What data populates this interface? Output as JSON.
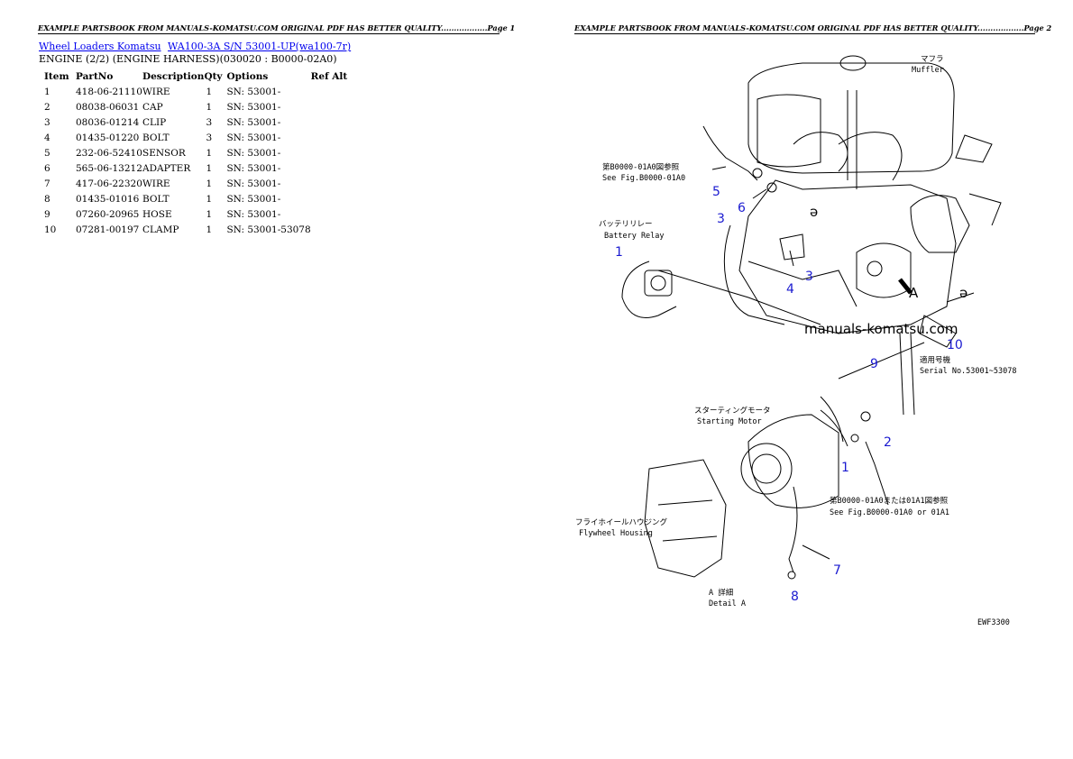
{
  "header": {
    "page1": "EXAMPLE PARTSBOOK FROM MANUALS-KOMATSU.COM ORIGINAL PDF HAS BETTER QUALITY..................Page 1",
    "page2": "EXAMPLE PARTSBOOK FROM MANUALS-KOMATSU.COM ORIGINAL PDF HAS BETTER QUALITY..................Page 2"
  },
  "breadcrumb": {
    "link1": "Wheel Loaders Komatsu",
    "link2": "WA100-3A S/N 53001-UP(wa100-7r)"
  },
  "subtitle": "ENGINE (2/2) (ENGINE HARNESS)(030020 : B0000-02A0)",
  "table": {
    "columns": [
      "Item",
      "PartNo",
      "Description",
      "Qty",
      "Options",
      "Ref Alt"
    ],
    "rows": [
      [
        "1",
        "418-06-21110",
        "WIRE",
        "1",
        "SN: 53001-",
        ""
      ],
      [
        "2",
        "08038-06031",
        "CAP",
        "1",
        "SN: 53001-",
        ""
      ],
      [
        "3",
        "08036-01214",
        "CLIP",
        "3",
        "SN: 53001-",
        ""
      ],
      [
        "4",
        "01435-01220",
        "BOLT",
        "3",
        "SN: 53001-",
        ""
      ],
      [
        "5",
        "232-06-52410",
        "SENSOR",
        "1",
        "SN: 53001-",
        ""
      ],
      [
        "6",
        "565-06-13212",
        "ADAPTER",
        "1",
        "SN: 53001-",
        ""
      ],
      [
        "7",
        "417-06-22320",
        "WIRE",
        "1",
        "SN: 53001-",
        ""
      ],
      [
        "8",
        "01435-01016",
        "BOLT",
        "1",
        "SN: 53001-",
        ""
      ],
      [
        "9",
        "07260-20965",
        "HOSE",
        "1",
        "SN: 53001-",
        ""
      ],
      [
        "10",
        "07281-00197",
        "CLAMP",
        "1",
        "SN: 53001-53078",
        ""
      ]
    ]
  },
  "drawing": {
    "muffler_jp": "マフラ",
    "muffler_en": "Muffler",
    "see_fig1_jp": "第B0000-01A0図参照",
    "see_fig1_en": "See Fig.B0000-01A0",
    "battery_jp": "バッテリリレー",
    "battery_en": "Battery Relay",
    "watermark": "manuals-komatsu.com",
    "serial_jp": "適用号機",
    "serial_en": "Serial No.53001~53078",
    "starting_jp": "スターティングモータ",
    "starting_en": "Starting Motor",
    "see_fig2_jp": "第B0000-01A0または01A1図参照",
    "see_fig2_en": "See Fig.B0000-01A0 or 01A1",
    "flywheel_jp": "フライホイールハウジング",
    "flywheel_en": "Flywheel Housing",
    "detail_jp": "A 詳細",
    "detail_en": "Detail A",
    "letter_a": "A",
    "letter_a2": "ə",
    "code": "EWF3300",
    "callouts": [
      "5",
      "6",
      "3",
      "1",
      "3",
      "4",
      "10",
      "9",
      "2",
      "1",
      "7",
      "8"
    ]
  }
}
